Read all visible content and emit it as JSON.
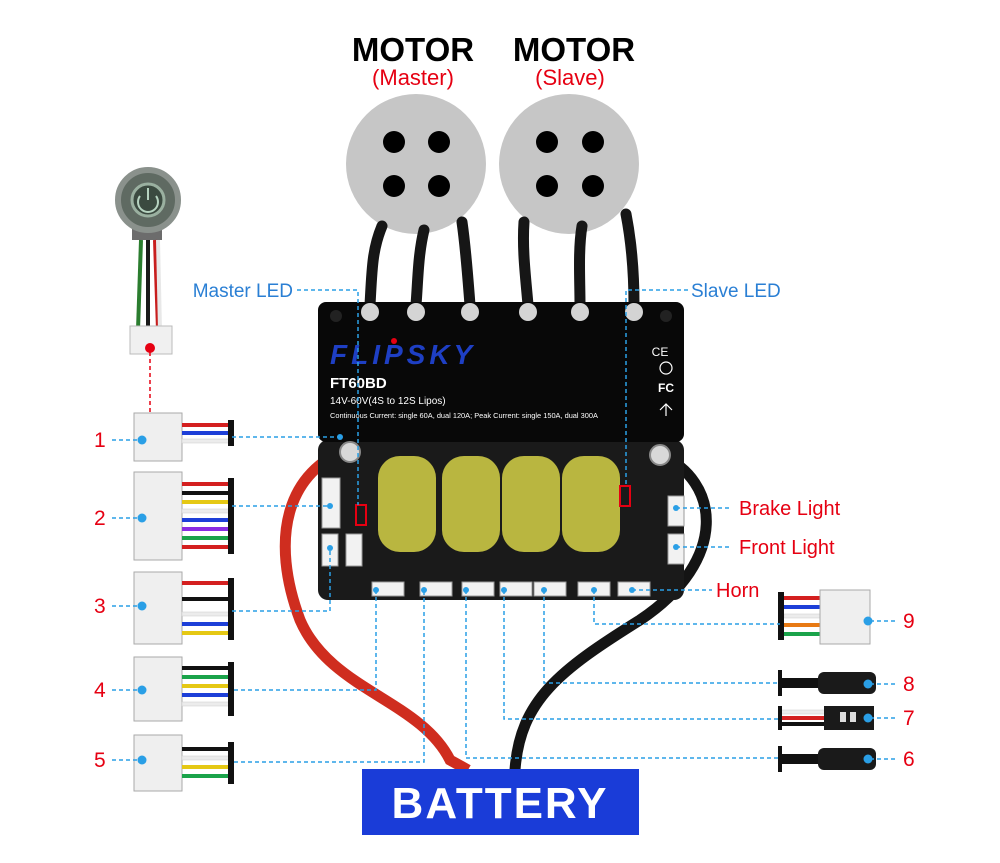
{
  "motors": [
    {
      "title": "MOTOR",
      "role": "(Master)"
    },
    {
      "title": "MOTOR",
      "role": "(Slave)"
    }
  ],
  "labels": {
    "master_led": "Master LED",
    "slave_led": "Slave LED",
    "brake_light": "Brake Light",
    "front_light": "Front Light",
    "horn": "Horn",
    "battery": "BATTERY"
  },
  "board": {
    "brand": "FLIPSKY",
    "model": "FT60BD",
    "voltage": "14V-60V(4S to 12S Lipos)",
    "current": "Continuous Current: single 60A, dual 120A;  Peak Current: single 150A, dual 300A",
    "marks": [
      "CE",
      "FC"
    ]
  },
  "connectors": [
    "1",
    "2",
    "3",
    "4",
    "5",
    "6",
    "7",
    "8",
    "9"
  ],
  "colors": {
    "label_blue": "#2a7fd4",
    "number_red": "#e60012",
    "battery_bg": "#1a3cd8",
    "motor_grey": "#c6c6c6",
    "leader_line": "#2a9fe6"
  }
}
